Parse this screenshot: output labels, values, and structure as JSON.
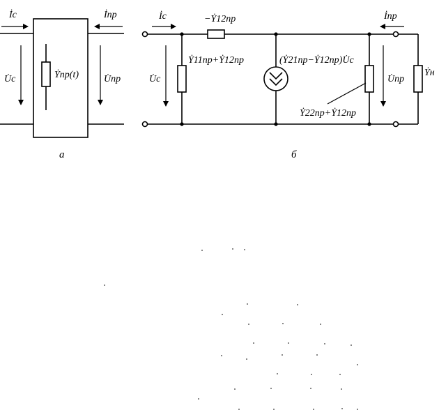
{
  "figure_a": {
    "current_in": "İс",
    "current_out": "İпр",
    "voltage_in": "U̇с",
    "voltage_out": "U̇пр",
    "element": "Ẏпр(t)",
    "caption": "а"
  },
  "figure_b": {
    "current_in": "İс",
    "current_out": "İпр",
    "voltage_in": "U̇с",
    "voltage_out": "U̇пр",
    "series_element": "−Ẏ12пр",
    "shunt_input": "Ẏ11пр+Ẏ12пр",
    "source": "(Ẏ21пр−Ẏ12пр)U̇с",
    "shunt_output": "Ẏ22пр+Ẏ12пр",
    "load": "Ẏн",
    "caption": "б"
  }
}
